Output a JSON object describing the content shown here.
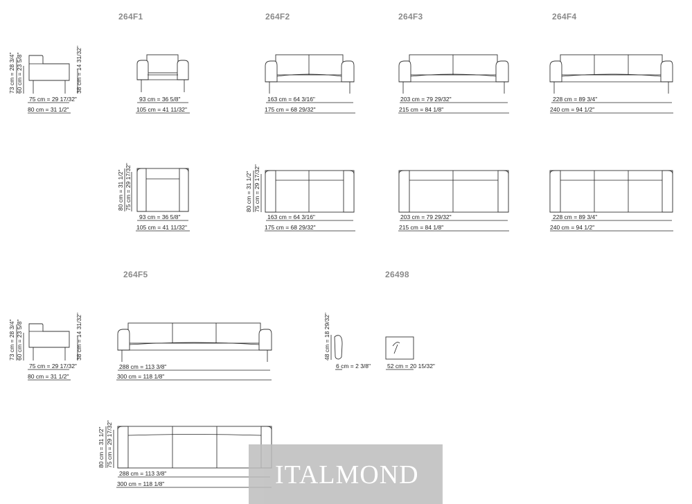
{
  "codes": [
    "264F1",
    "264F2",
    "264F3",
    "264F4",
    "264F5",
    "26498"
  ],
  "watermark": "ITALMOND",
  "dims": {
    "side_h73": "73 cm = 28 3/4\"",
    "side_h60": "60 cm = 23 5/8\"",
    "side_h38": "38 cm = 14 31/32\"",
    "side_w75": "75 cm = 29 17/32\"",
    "side_w80": "80 cm = 31 1/2\"",
    "f1_w93": "93 cm = 36 5/8\"",
    "f1_w105": "105 cm = 41 11/32\"",
    "f2_w163": "163 cm = 64 3/16\"",
    "f2_w175": "175 cm = 68 29/32\"",
    "f3_w203": "203 cm = 79 29/32\"",
    "f3_w215": "215 cm = 84 1/8\"",
    "f4_w228": "228 cm = 89 3/4\"",
    "f4_w240": "240 cm = 94 1/2\"",
    "plan_d80": "80 cm = 31 1/2\"",
    "plan_d75": "75 cm = 29 17/32\"",
    "f5_w288": "288 cm = 113 3/8\"",
    "f5_w300": "300 cm = 118 1/8\"",
    "cush_h48": "48 cm = 18 29/32\"",
    "cush_d6": "6 cm = 2 3/8\"",
    "cush_w52": "52 cm = 20 15/32\""
  }
}
